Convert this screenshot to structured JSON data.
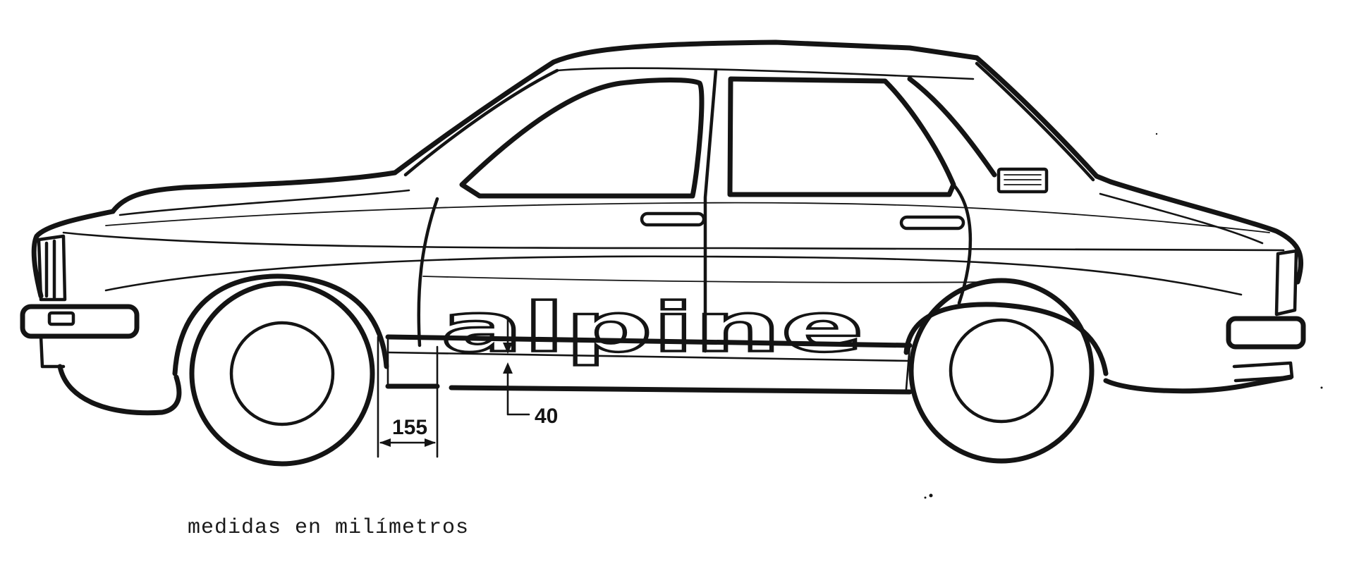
{
  "dimensions": {
    "offset_label": "155",
    "height_label": "40"
  },
  "caption": "medidas en milímetros",
  "decal_text": "alpine",
  "colors": {
    "ink": "#141414",
    "paper": "#ffffff"
  }
}
